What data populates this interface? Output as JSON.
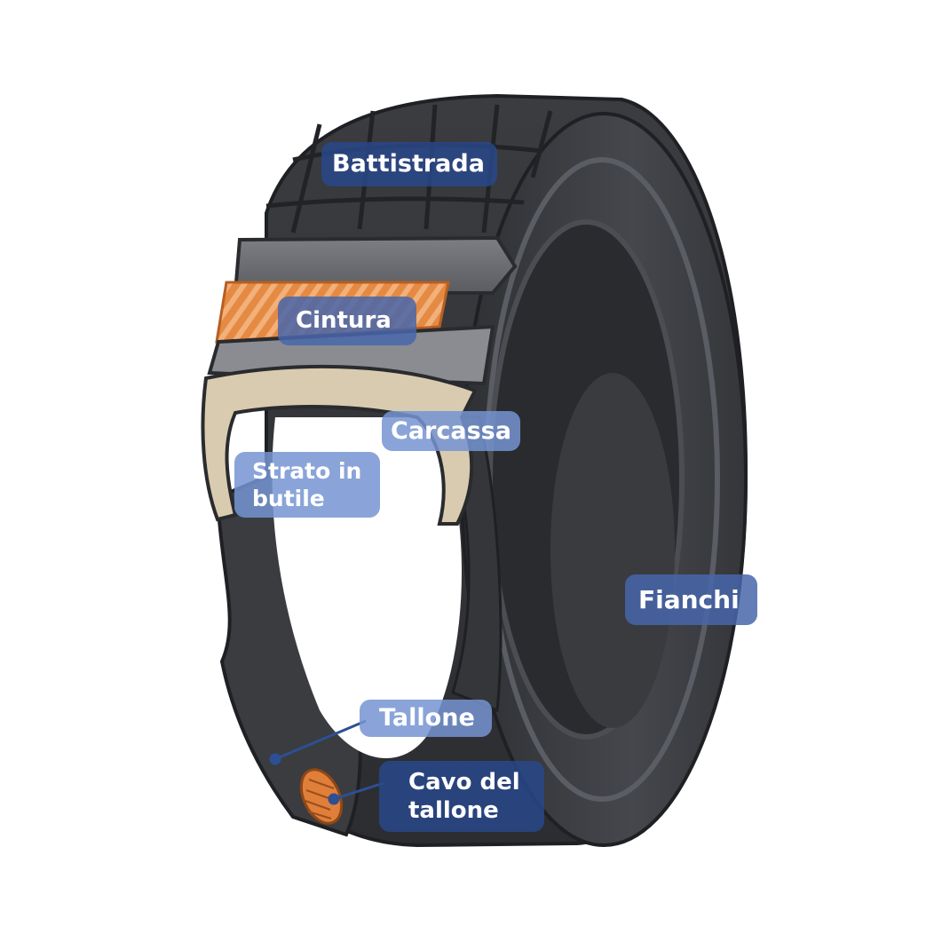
{
  "labels": {
    "tread": "Battistrada",
    "belt": "Cintura",
    "carcass": "Carcassa",
    "inner_liner": "Strato in butile",
    "sidewall": "Fianchi",
    "bead": "Tallone",
    "bead_wire": "Cavo del tallone"
  },
  "colors": {
    "tire_rubber": "#3b3d41",
    "tire_dark": "#26272a",
    "tire_highlight": "#55585e",
    "belt_orange": "#e07f3a",
    "carcass_beige": "#d6c9ad",
    "label_dark": "#28488c",
    "label_light": "#7694d2",
    "leader_line": "#2d4f93"
  }
}
